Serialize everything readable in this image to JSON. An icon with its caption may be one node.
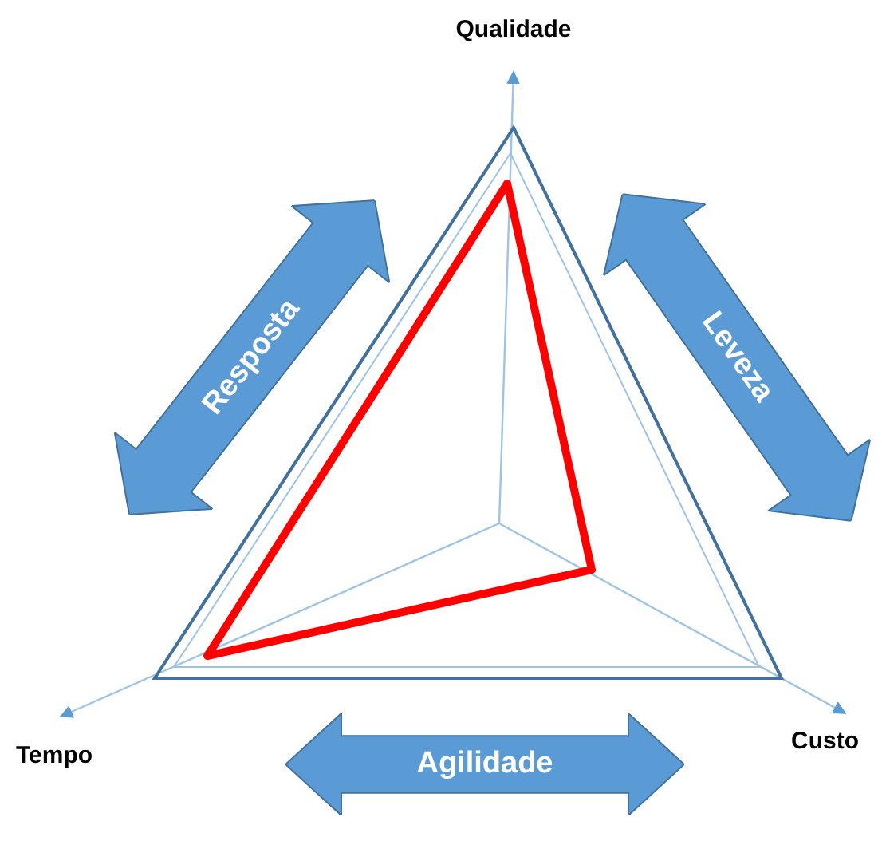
{
  "diagram": {
    "nodes": [
      {
        "text": [
          "Resposta"
        ]
      },
      {
        "text": [
          "Leveza"
        ]
      },
      {
        "text": [
          "Agilidade"
        ]
      }
    ],
    "labels": [
      "Qualidade",
      "Tempo",
      "Custo"
    ]
  }
}
